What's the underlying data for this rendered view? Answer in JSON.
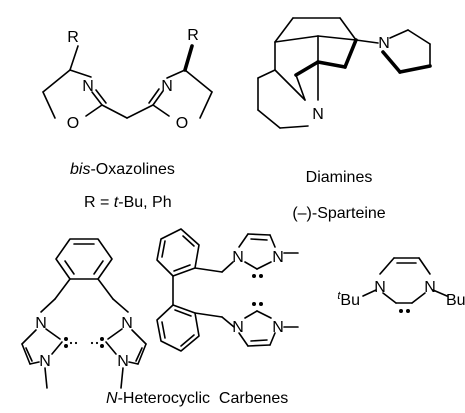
{
  "structures": {
    "bis_oxazoline": {
      "r_left": "R",
      "r_right": "R",
      "n_left": "N",
      "n_right": "N",
      "o_left": "O",
      "o_right": "O",
      "caption_prefix": "bis",
      "caption_suffix": "-Oxazolines",
      "r_definition_prefix": "R = ",
      "r_definition_italic": "t",
      "r_definition_suffix": "-Bu, Ph"
    },
    "sparteine": {
      "n_top": "N",
      "n_bottom": "N",
      "class_caption": "Diamines",
      "name_caption": "(–)-Sparteine"
    },
    "carbene_xylyl": {
      "n1": "N",
      "n2": "N",
      "n3": "N",
      "n4": "N"
    },
    "carbene_biphenyl": {
      "n1": "N",
      "n2": "N",
      "n3": "N",
      "n4": "N"
    },
    "carbene_tbu": {
      "n_left": "N",
      "n_right": "N",
      "tbu_left_super": "t",
      "tbu_left": "Bu",
      "tbu_right": "Bu",
      "tbu_right_super": "t"
    },
    "carbene_caption_italic": "N",
    "carbene_caption_rest": "-Heterocyclic  Carbenes"
  }
}
